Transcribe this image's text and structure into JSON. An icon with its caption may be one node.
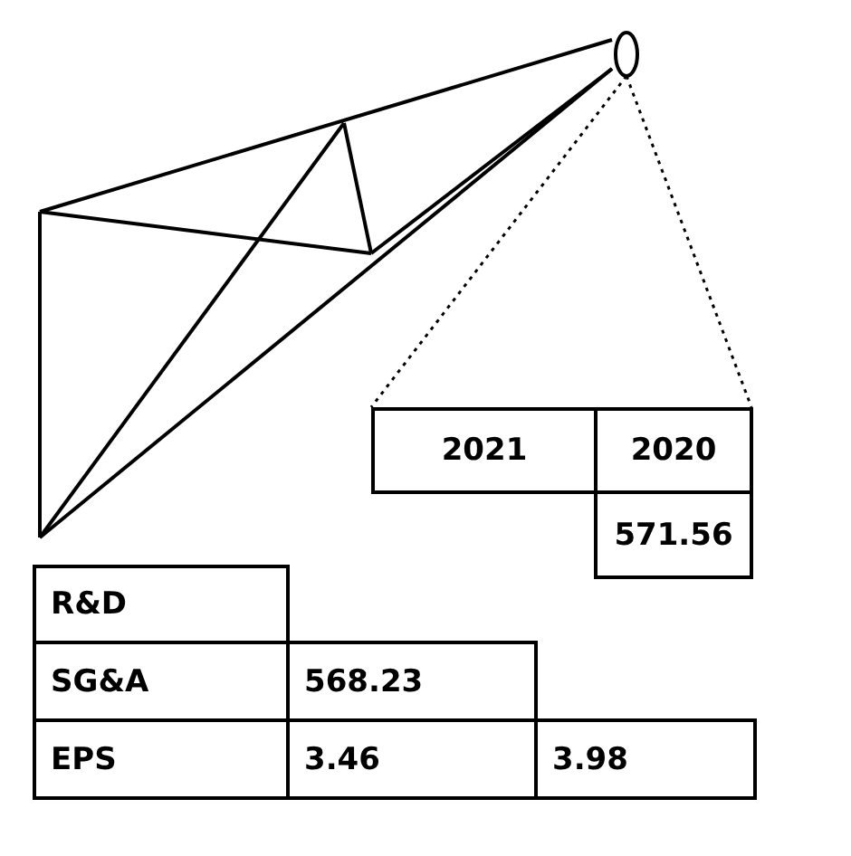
{
  "diagram": {
    "nodes": [
      {
        "text": [],
        "shape": "ellipse"
      },
      {
        "text": [
          "2021",
          "2020",
          "571.56"
        ]
      },
      {
        "text": [
          "R&D",
          "SG&A",
          "568.23",
          "EPS",
          "3.46",
          "3.98"
        ]
      }
    ],
    "edges": [
      {
        "from": 0,
        "to": 1,
        "arrow": "none",
        "style": "dashed"
      },
      {
        "from": 0,
        "to": 1,
        "arrow": "none",
        "style": "dashed"
      }
    ]
  }
}
